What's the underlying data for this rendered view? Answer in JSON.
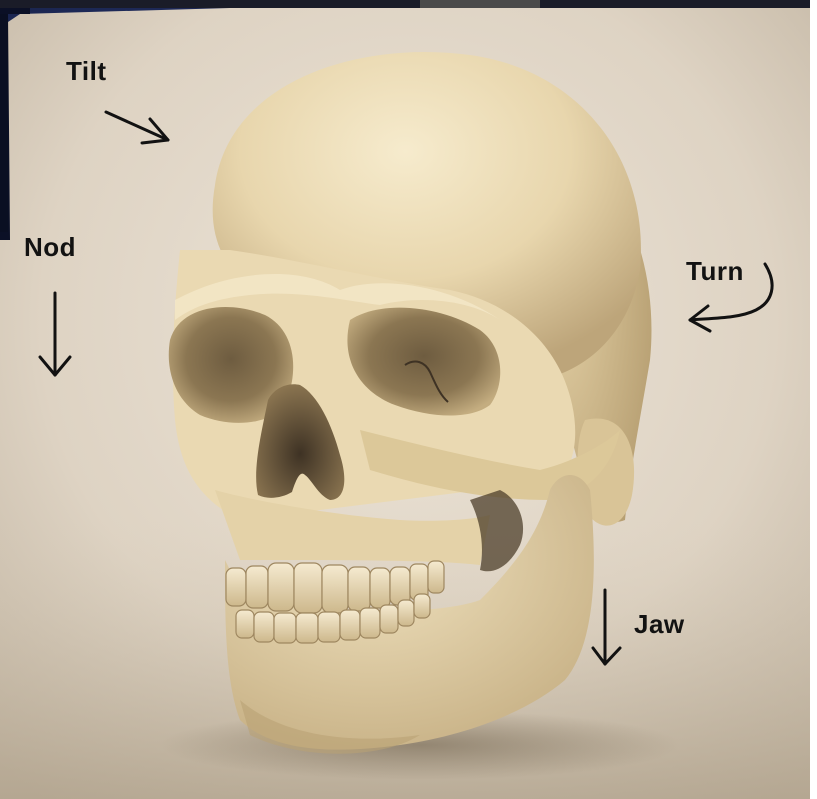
{
  "image": {
    "subject": "skull",
    "labels": {
      "tilt": "Tilt",
      "nod": "Nod",
      "turn": "Turn",
      "jaw": "Jaw"
    },
    "colors": {
      "background_light": "#e6ddd0",
      "background_dark": "#b9ac99",
      "bone": "#e9d9b3",
      "bone_shadow": "#a99467",
      "socket_dark": "#5e4f38",
      "annotation_ink": "#121212",
      "photo_corner_dark": "#0f1630"
    }
  }
}
